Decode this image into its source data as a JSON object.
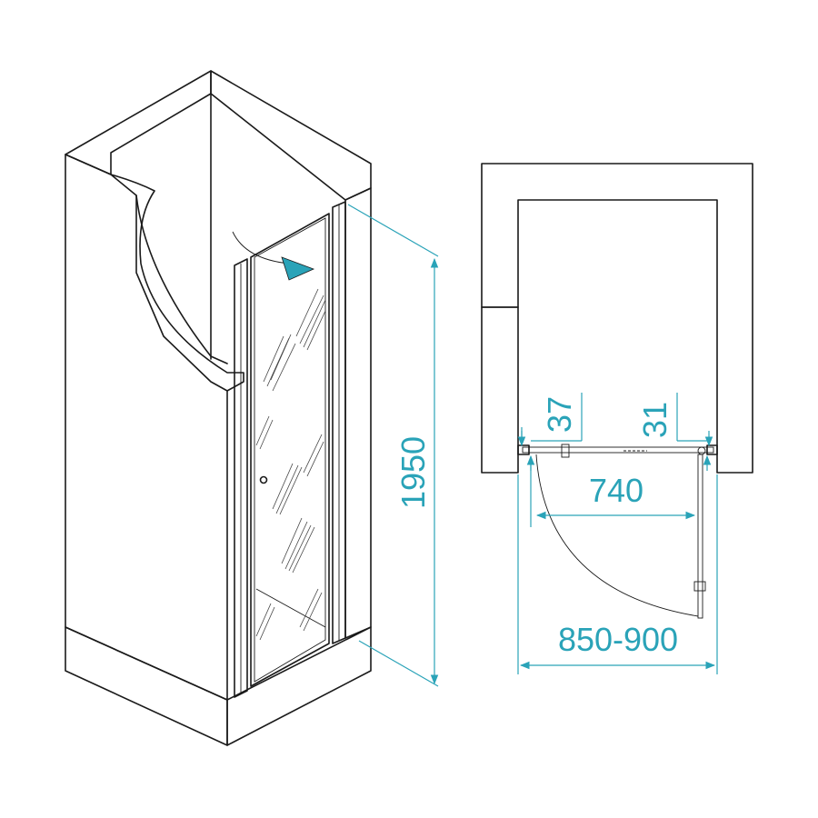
{
  "dimensions": {
    "height": "1950",
    "fixed_left": "37",
    "fixed_right": "31",
    "door_width": "740",
    "opening_range": "850-900"
  },
  "colors": {
    "dimension": "#2aa3b8",
    "line": "#1a1a1a",
    "background": "#ffffff"
  }
}
